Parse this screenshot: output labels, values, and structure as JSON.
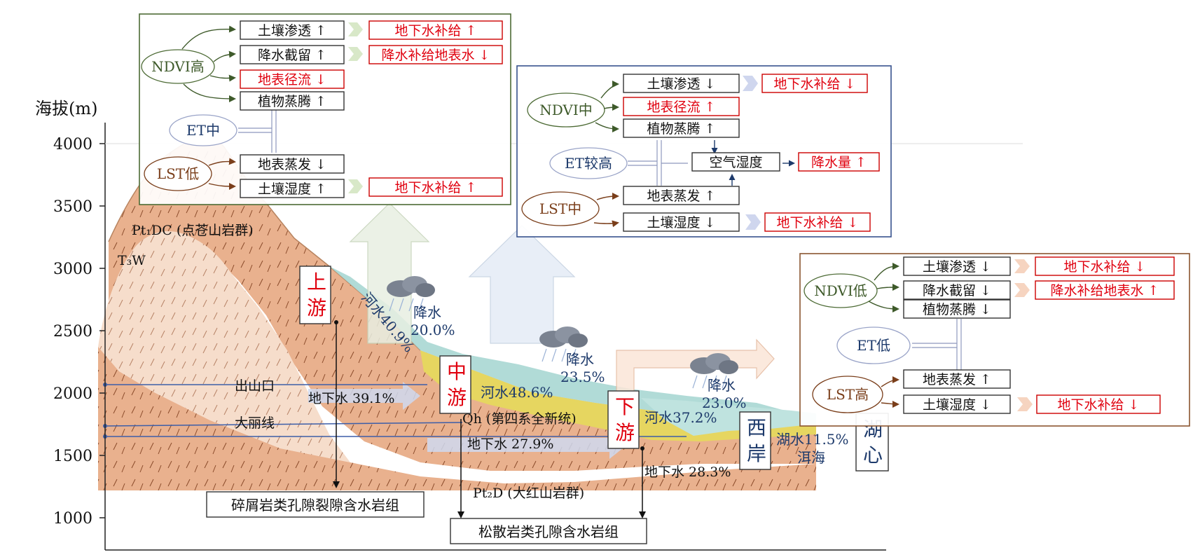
{
  "colors": {
    "red": "#e0000e",
    "blue": "#1d3a6b",
    "green": "#3e5a2a",
    "brown": "#7a3e1a",
    "mountain": "#e9b18e",
    "sediment": "#e6d660",
    "water": "#a9d7d3"
  },
  "axis": {
    "label": "海拔(m)",
    "ticks": [
      "4000",
      "3500",
      "3000",
      "2500",
      "2000",
      "1500",
      "1000"
    ]
  },
  "geology": {
    "pt1dc": "Pt₁DC (点苍山岩群)",
    "t3w": "T₃W",
    "qh": "Qh (第四系全新统)",
    "pt2d": "Pt₂D (大红山岩群)"
  },
  "reaches": {
    "upstream": [
      "上",
      "游"
    ],
    "midstream": [
      "中",
      "游"
    ],
    "downstream": [
      "下",
      "游"
    ],
    "west_bank": [
      "西",
      "岸"
    ],
    "lake_center": [
      "湖",
      "心"
    ]
  },
  "lines": {
    "outlet": "出山口",
    "dali_line": "大丽线"
  },
  "flows": {
    "river_up": "河水40.9%",
    "rain_up": [
      "降水",
      "20.0%"
    ],
    "gw_up": "地下水 39.1%",
    "river_mid": "河水48.6%",
    "rain_mid": [
      "降水",
      "23.5%"
    ],
    "gw_mid": "地下水 27.9%",
    "river_down": "河水37.2%",
    "rain_down": [
      "降水",
      "23.0%"
    ],
    "gw_down": "地下水 28.3%",
    "lake": "湖水11.5%",
    "erhai": "洱海"
  },
  "aquifers": {
    "clastic": "碎屑岩类孔隙裂隙含水岩组",
    "loose": "松散岩类孔隙含水岩组"
  },
  "panel_up": {
    "ndvi": "NDVI高",
    "et": "ET中",
    "lst": "LST低",
    "items": [
      "土壤渗透",
      "降水截留",
      "地表径流",
      "植物蒸腾",
      "地表蒸发",
      "土壤湿度"
    ],
    "arrows": [
      "↑",
      "↑",
      "↓",
      "↑",
      "↓",
      "↑"
    ],
    "results": [
      "地下水补给",
      "降水补给地表水",
      "地下水补给"
    ],
    "result_arrows": [
      "↑",
      "↓",
      "↑"
    ]
  },
  "panel_mid": {
    "ndvi": "NDVI中",
    "et": "ET较高",
    "lst": "LST中",
    "items": [
      "土壤渗透",
      "地表径流",
      "植物蒸腾",
      "空气湿度",
      "地表蒸发",
      "土壤湿度"
    ],
    "arrows": [
      "↓",
      "↑",
      "↑",
      "",
      "↑",
      "↓"
    ],
    "results": [
      "地下水补给",
      "降水量",
      "地下水补给"
    ],
    "result_arrows": [
      "↓",
      "↑",
      "↓"
    ]
  },
  "panel_down": {
    "ndvi": "NDVI低",
    "et": "ET低",
    "lst": "LST高",
    "items": [
      "土壤渗透",
      "降水截留",
      "植物蒸腾",
      "地表蒸发",
      "土壤湿度"
    ],
    "arrows": [
      "↓",
      "↓",
      "↓",
      "↑",
      "↓"
    ],
    "results": [
      "地下水补给",
      "降水补给地表水",
      "地下水补给"
    ],
    "result_arrows": [
      "↓",
      "↑",
      "↓"
    ]
  }
}
